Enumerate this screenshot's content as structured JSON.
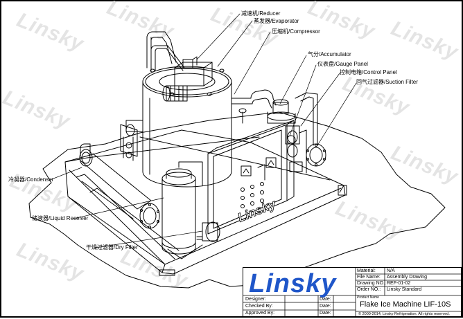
{
  "watermark": {
    "text": "Linsky"
  },
  "callouts": {
    "reducer": "减速机/Reducer",
    "evaporator": "蒸发器/Evaporator",
    "compressor": "压缩机/Compressor",
    "accumulator": "气分/Accumulator",
    "gauge_panel": "仪表盘/Gauge Panel",
    "control_panel": "控制电箱/Control Panel",
    "suction_filter": "回气过滤器/Suction Filter",
    "condenser": "冷凝器/Condenser",
    "liquid_receiver": "储液器/Liquid Receiver",
    "dry_filter": "干燥过滤器/Dry Filter"
  },
  "panel_logo": "Linsky",
  "title_block": {
    "logo": "Linsky",
    "material_label": "Material:",
    "material_value": "N/A",
    "file_name_label": "File Name:",
    "file_name_value": "Assembly Drawing",
    "drawing_no_label": "Drawing NO.:",
    "drawing_no_value": "REF-01-02",
    "order_no_label": "Order NO.:",
    "order_no_value": "Linsky Standard",
    "designer_label": "Designer:",
    "checked_label": "Checked By:",
    "approved_label": "Approved By:",
    "date_label": "Date:",
    "product_name_label": "Product Name",
    "product_name": "Flake Ice Machine LIF-10S",
    "copyright": "© 2000-2014, Linsky Refrigeration. All rights reserved."
  },
  "colors": {
    "logo_blue": "#1f56c9",
    "line": "#000000"
  }
}
